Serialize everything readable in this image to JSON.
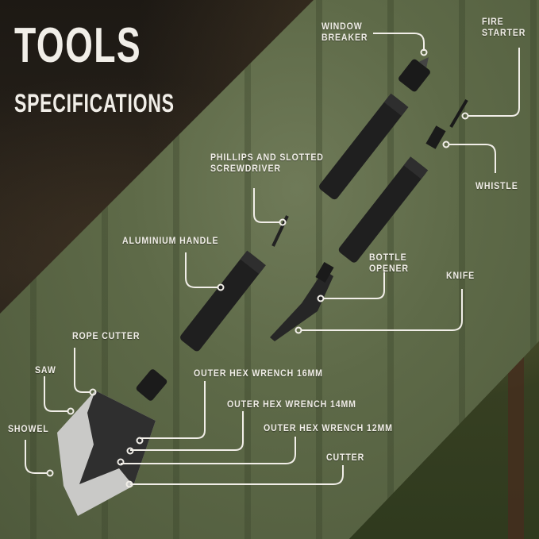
{
  "title": {
    "main": "TOOLS",
    "sub": "SPECIFICATIONS"
  },
  "callouts": {
    "window_breaker": {
      "line1": "WINDOW",
      "line2": "BREAKER"
    },
    "fire_starter": {
      "line1": "FIRE",
      "line2": "STARTER"
    },
    "whistle": "WHISTLE",
    "screwdriver": {
      "line1": "PHILLIPS AND SLOTTED",
      "line2": "SCREWDRIVER"
    },
    "aluminium_handle": "ALUMINIUM HANDLE",
    "bottle_opener": {
      "line1": "BOTTLE",
      "line2": "OPENER"
    },
    "knife": "KNIFE",
    "rope_cutter": "ROPE CUTTER",
    "saw": "SAW",
    "showel": "SHOWEL",
    "hex_16": "OUTER HEX WRENCH 16MM",
    "hex_14": "OUTER HEX WRENCH 14MM",
    "hex_12": "OUTER HEX WRENCH 12MM",
    "cutter": "CUTTER"
  },
  "colors": {
    "text": "#f1eee8",
    "band": "#5e6a48",
    "dark": "#1e1a15",
    "line": "#f1eee8"
  }
}
